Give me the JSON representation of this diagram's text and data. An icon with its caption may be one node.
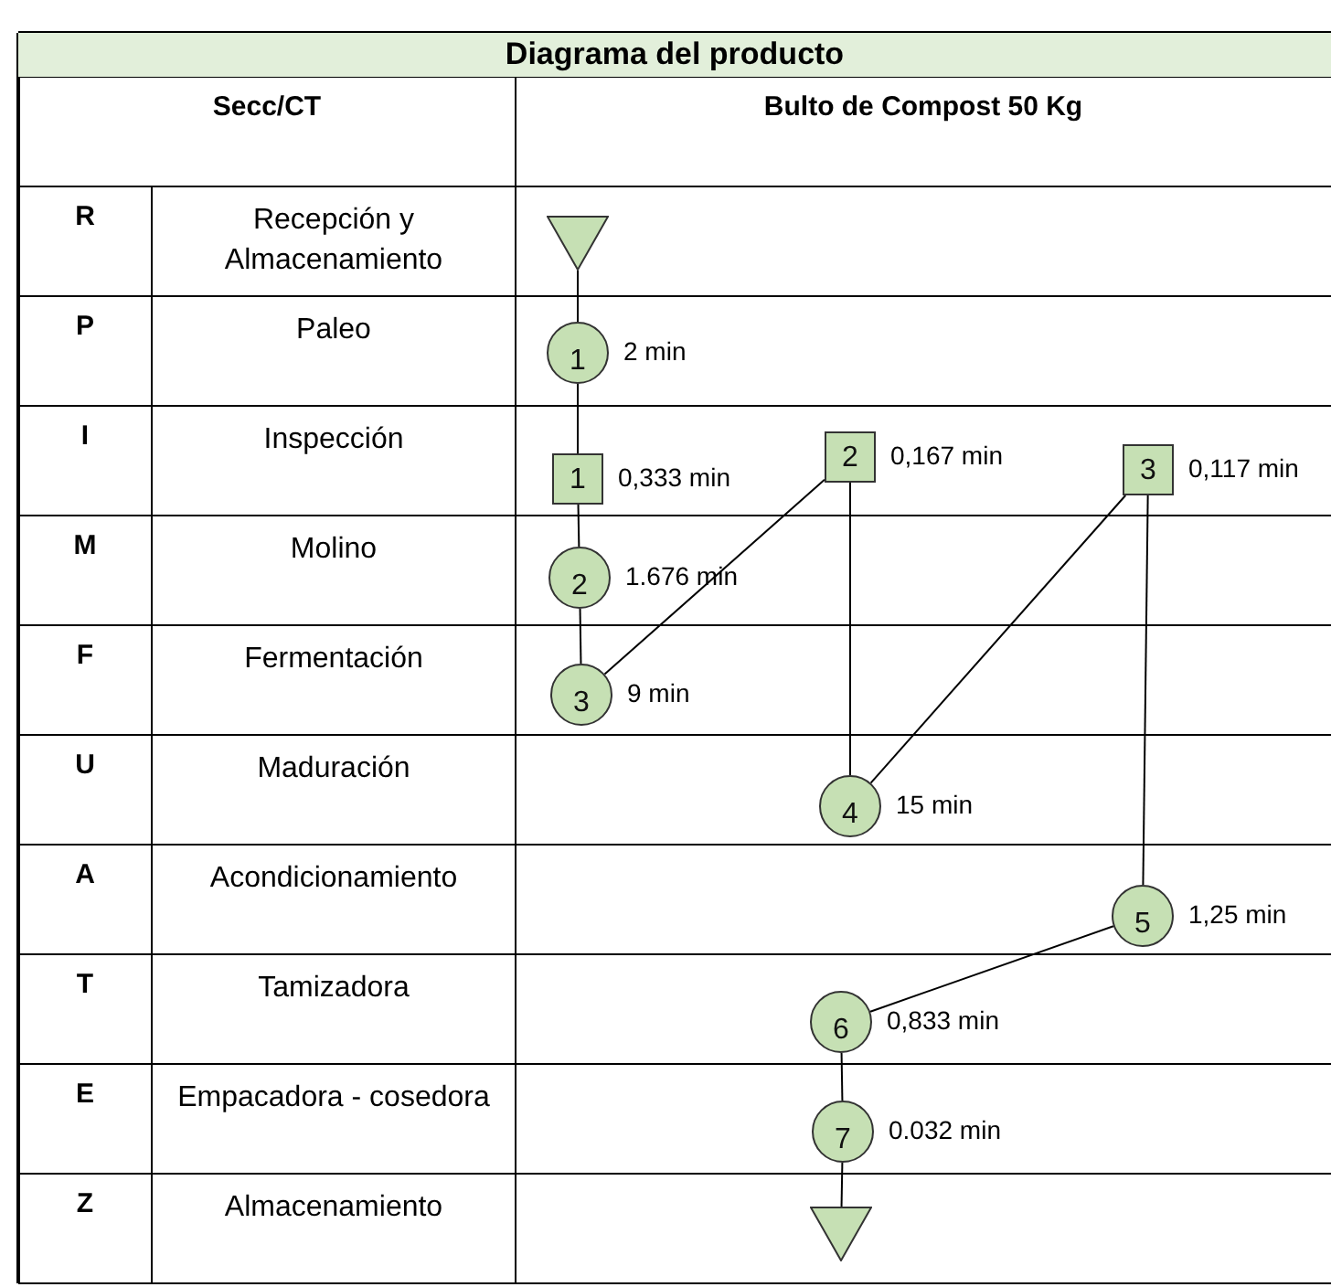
{
  "diagram": {
    "title": "Diagrama del producto",
    "nodes": [
      {
        "text": [],
        "shape": "triangle"
      },
      {
        "text": [
          "1"
        ],
        "beside": [
          "2 min"
        ]
      },
      {
        "text": [
          "1"
        ],
        "beside": [
          "0,333 min"
        ]
      },
      {
        "text": [
          "2"
        ],
        "beside": [
          "0,167 min"
        ]
      },
      {
        "text": [
          "3"
        ],
        "beside": [
          "0,117 min"
        ]
      },
      {
        "text": [
          "2"
        ],
        "beside": [
          "1.676  min"
        ]
      },
      {
        "text": [
          "3"
        ],
        "beside": [
          "9 min"
        ]
      },
      {
        "text": [
          "4"
        ],
        "beside": [
          "15 min"
        ]
      },
      {
        "text": [
          "5"
        ],
        "beside": [
          "1,25 min"
        ]
      },
      {
        "text": [
          "6"
        ],
        "beside": [
          "0,833 min"
        ]
      },
      {
        "text": [
          "7"
        ],
        "beside": [
          "0.032 min"
        ]
      },
      {
        "text": [],
        "shape": "triangle"
      }
    ],
    "edges": [
      {
        "from": 0,
        "to": 1,
        "arrow": "none"
      },
      {
        "from": 1,
        "to": 2,
        "arrow": "none"
      },
      {
        "from": 2,
        "to": 5,
        "arrow": "none"
      },
      {
        "from": 5,
        "to": 6,
        "arrow": "none"
      },
      {
        "from": 6,
        "to": 3,
        "arrow": "none"
      },
      {
        "from": 3,
        "to": 7,
        "arrow": "none"
      },
      {
        "from": 7,
        "to": 4,
        "arrow": "none"
      },
      {
        "from": 4,
        "to": 8,
        "arrow": "none"
      },
      {
        "from": 8,
        "to": 9,
        "arrow": "none"
      },
      {
        "from": 9,
        "to": 10,
        "arrow": "none"
      },
      {
        "from": 10,
        "to": 11,
        "arrow": "none"
      }
    ],
    "labels": [
      "Secc/CT",
      "Bulto de Compost 50 Kg",
      "R",
      "Recepción y Almacenamiento",
      "P",
      "Paleo",
      "I",
      "Inspección",
      "M",
      "Molino",
      "F",
      "Fermentación",
      "U",
      "Maduración",
      "A",
      "Acondicionamiento",
      "T",
      "Tamizadora",
      "E",
      "Empacadora - cosedora",
      "Z",
      "Almacenamiento"
    ]
  }
}
